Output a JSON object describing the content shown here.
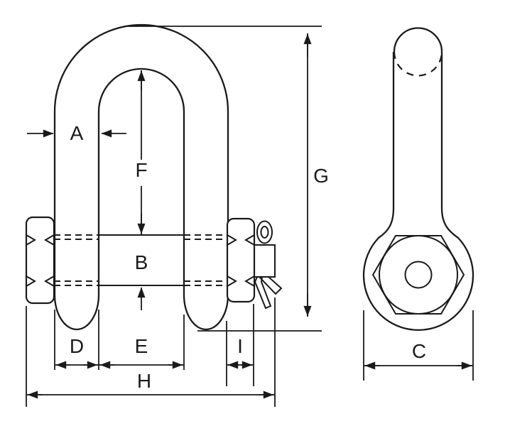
{
  "colors": {
    "line": "#1a1a1a",
    "background": "#ffffff"
  },
  "front_view": {
    "dimension_labels": [
      "A",
      "B",
      "D",
      "E",
      "F",
      "G",
      "H",
      "I"
    ]
  },
  "side_view": {
    "dimension_labels": [
      "C"
    ]
  },
  "labels": {
    "A": "A",
    "B": "B",
    "C": "C",
    "D": "D",
    "E": "E",
    "F": "F",
    "G": "G",
    "H": "H",
    "I": "I"
  }
}
